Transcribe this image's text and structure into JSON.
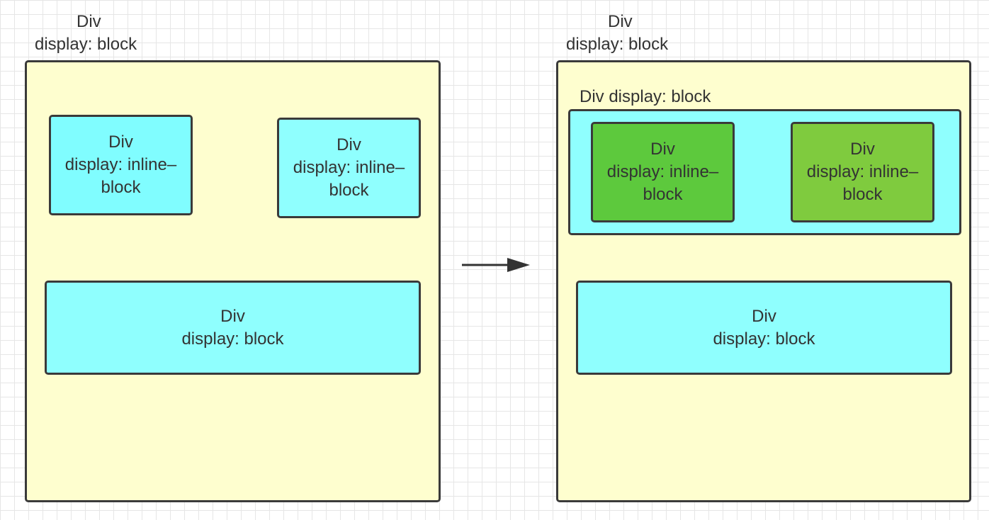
{
  "left": {
    "outer_label": [
      "Div",
      "display: block"
    ],
    "inline_box_1": [
      "Div",
      "display: inline–",
      "block"
    ],
    "inline_box_2": [
      "Div",
      "display: inline–",
      "block"
    ],
    "block_box": [
      "Div",
      "display: block"
    ]
  },
  "right": {
    "outer_label": [
      "Div",
      "display: block"
    ],
    "wrapper_label": "Div display: block",
    "inline_box_1": [
      "Div",
      "display: inline–",
      "block"
    ],
    "inline_box_2": [
      "Div",
      "display: inline–",
      "block"
    ],
    "block_box": [
      "Div",
      "display: block"
    ]
  },
  "colors": {
    "container": "#fefecf",
    "cyan": "#8ffffe",
    "green_dark": "#5dc93d",
    "green_light": "#7fcb3e",
    "border": "#3a3a3a"
  }
}
